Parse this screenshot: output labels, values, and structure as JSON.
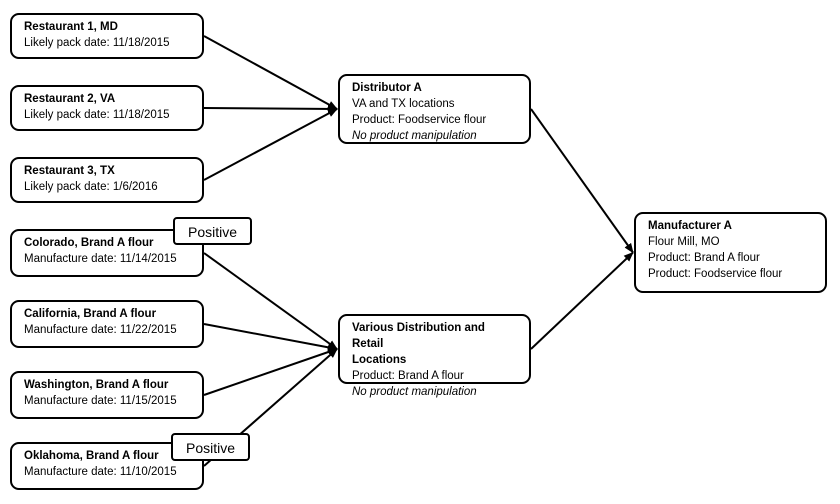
{
  "sources": {
    "restaurant1": {
      "title": "Restaurant 1, MD",
      "detail": "Likely pack date: 11/18/2015"
    },
    "restaurant2": {
      "title": "Restaurant 2, VA",
      "detail": "Likely pack date: 11/18/2015"
    },
    "restaurant3": {
      "title": "Restaurant 3, TX",
      "detail": "Likely pack date: 1/6/2016"
    },
    "colorado": {
      "title": "Colorado, Brand A flour",
      "detail": "Manufacture date: 11/14/2015"
    },
    "california": {
      "title": "California, Brand A flour",
      "detail": "Manufacture date: 11/22/2015"
    },
    "washington": {
      "title": "Washington, Brand A flour",
      "detail": "Manufacture date: 11/15/2015"
    },
    "oklahoma": {
      "title": "Oklahoma, Brand A flour",
      "detail": "Manufacture date: 11/10/2015"
    }
  },
  "badges": {
    "colorado": "Positive",
    "oklahoma": "Positive"
  },
  "distributor_a": {
    "title": "Distributor A",
    "lines": [
      "VA and TX locations",
      "Product: Foodservice flour"
    ],
    "note": "No product manipulation"
  },
  "retail": {
    "title_line1": "Various Distribution and Retail",
    "title_line2": "Locations",
    "lines": [
      "Product: Brand A flour"
    ],
    "note": "No product manipulation"
  },
  "manufacturer": {
    "title": "Manufacturer A",
    "lines": [
      "Flour Mill, MO",
      "Product: Brand A flour",
      "Product: Foodservice flour"
    ]
  },
  "edges": [
    [
      "restaurant1",
      "distributor_a"
    ],
    [
      "restaurant2",
      "distributor_a"
    ],
    [
      "restaurant3",
      "distributor_a"
    ],
    [
      "colorado",
      "retail"
    ],
    [
      "california",
      "retail"
    ],
    [
      "washington",
      "retail"
    ],
    [
      "oklahoma",
      "retail"
    ],
    [
      "distributor_a",
      "manufacturer"
    ],
    [
      "retail",
      "manufacturer"
    ]
  ]
}
